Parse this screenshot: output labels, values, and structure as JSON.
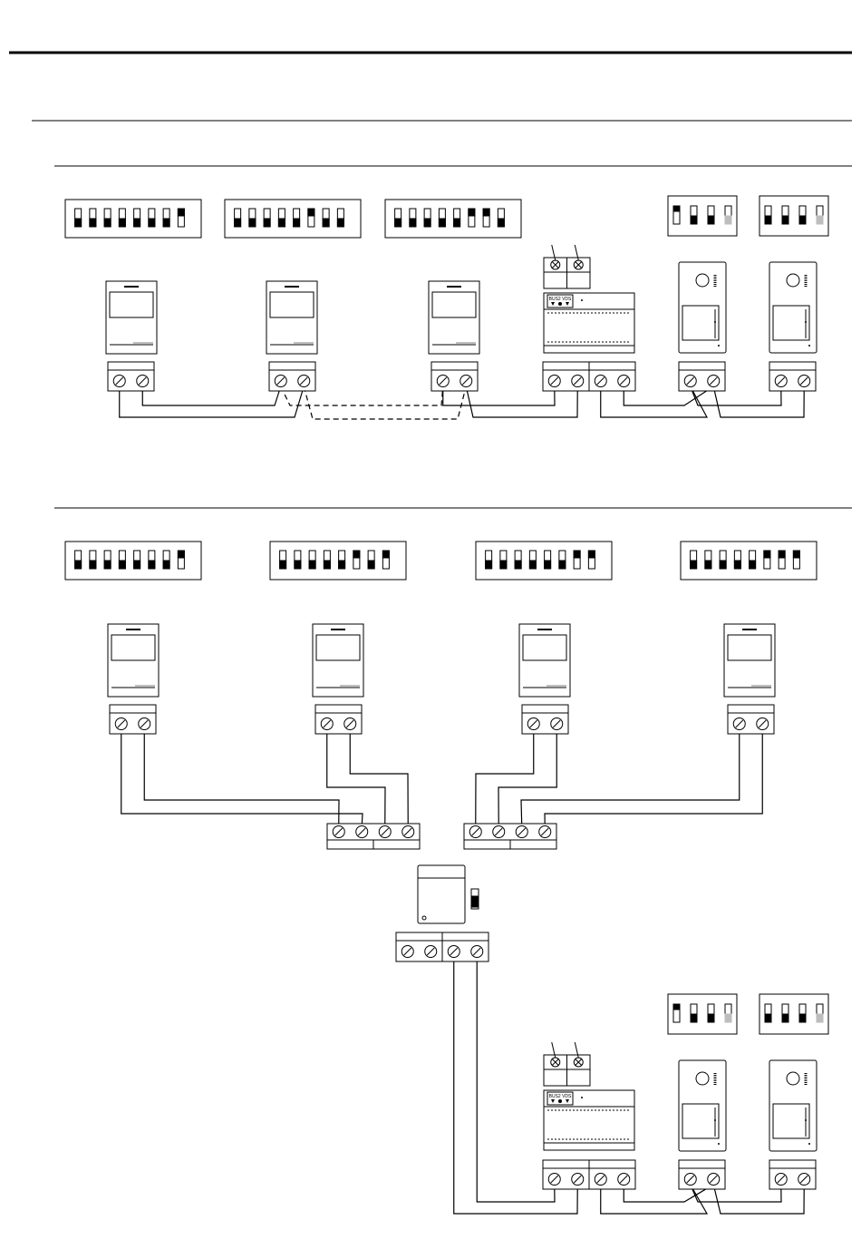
{
  "colors": {
    "line": "#000000",
    "background": "#ffffff",
    "switch_off_shade": "#bdbdbd"
  },
  "power_supply_logo": "BUS2 VDS",
  "diagram_1": {
    "dip_switch_banks": [
      {
        "for": "monitor-1",
        "positions": 8,
        "on": [
          8
        ]
      },
      {
        "for": "monitor-2",
        "positions": 8,
        "on": [
          6
        ]
      },
      {
        "for": "monitor-3",
        "positions": 8,
        "on": [
          6,
          7
        ]
      }
    ],
    "panel_switch_banks": [
      {
        "for": "door-panel-1",
        "positions": 4,
        "on": [
          1
        ]
      },
      {
        "for": "door-panel-2",
        "positions": 4,
        "on": []
      }
    ],
    "monitors": 3,
    "door_panels": 2,
    "power_supplies": 1,
    "extension_wiring": "dashed"
  },
  "diagram_2": {
    "dip_switch_banks": [
      {
        "for": "monitor-1",
        "positions": 8,
        "on": [
          8
        ]
      },
      {
        "for": "monitor-2",
        "positions": 8,
        "on": [
          6,
          8
        ]
      },
      {
        "for": "monitor-3",
        "positions": 8,
        "on": [
          7,
          8
        ]
      },
      {
        "for": "monitor-4",
        "positions": 8,
        "on": [
          6,
          7,
          8
        ]
      }
    ],
    "panel_switch_banks": [
      {
        "for": "door-panel-1",
        "positions": 4,
        "on": [
          1
        ]
      },
      {
        "for": "door-panel-2",
        "positions": 4,
        "on": []
      }
    ],
    "monitors": 4,
    "distributors": 1,
    "door_panels": 2,
    "power_supplies": 1
  }
}
